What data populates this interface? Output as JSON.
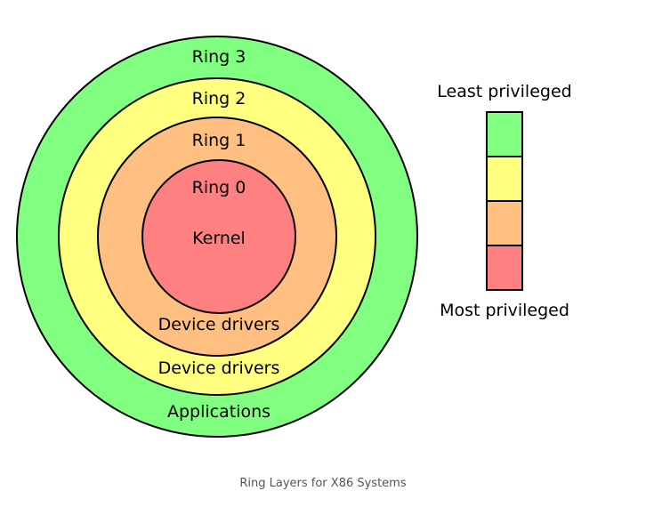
{
  "rings": [
    {
      "name": "Ring 3",
      "role": "Applications",
      "color": "#80ff80"
    },
    {
      "name": "Ring 2",
      "role": "Device drivers",
      "color": "#ffff80"
    },
    {
      "name": "Ring 1",
      "role": "Device drivers",
      "color": "#ffbf80"
    },
    {
      "name": "Ring 0",
      "role": "Kernel",
      "color": "#ff8080"
    }
  ],
  "legend": {
    "top_label": "Least privileged",
    "bottom_label": "Most privileged"
  },
  "caption": "Ring Layers for X86 Systems"
}
